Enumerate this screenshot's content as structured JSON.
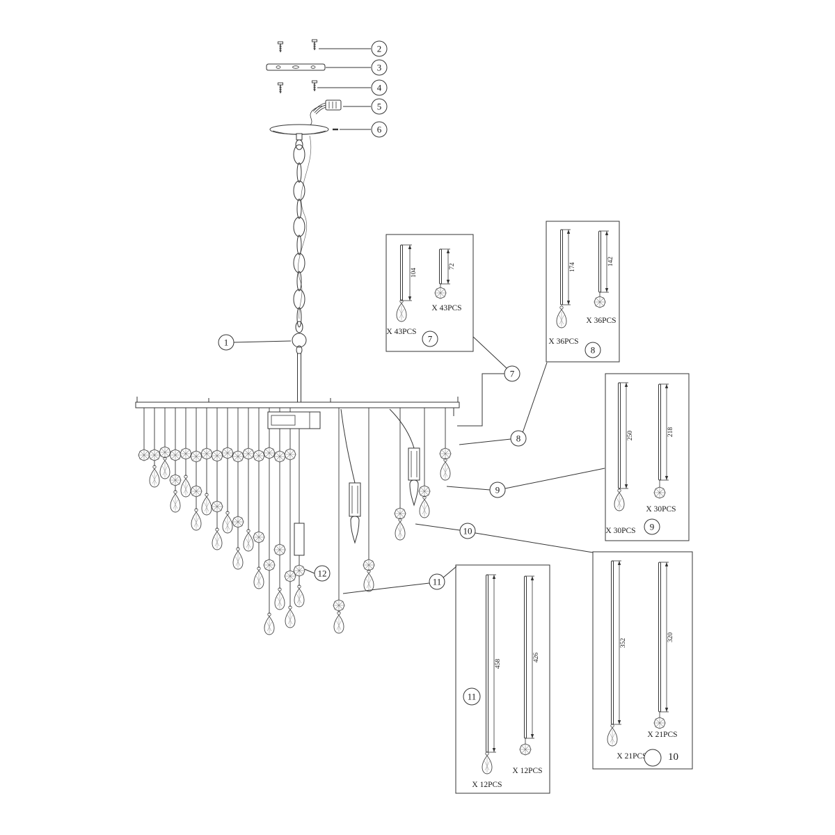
{
  "diagram": {
    "kind": "chandelier-assembly-instruction",
    "colors": {
      "line": "#333333",
      "background": "#ffffff"
    }
  },
  "callouts": {
    "n1": "1",
    "n2": "2",
    "n3": "3",
    "n4": "4",
    "n5": "5",
    "n6": "6",
    "n7": "7",
    "n8": "8",
    "n9": "9",
    "n10": "10",
    "n11": "11",
    "n12": "12"
  },
  "boxes": {
    "b7": {
      "callout": "7",
      "dim_left": "104",
      "dim_right": "72",
      "count_left": "X 43PCS",
      "count_right": "X 43PCS"
    },
    "b8": {
      "callout": "8",
      "dim_left": "174",
      "dim_right": "142",
      "count_left": "X 36PCS",
      "count_right": "X 36PCS"
    },
    "b9": {
      "callout": "9",
      "dim_left": "250",
      "dim_right": "218",
      "count_left": "X 30PCS",
      "count_right": "X 30PCS"
    },
    "b10": {
      "side_label": "10",
      "dim_left": "352",
      "dim_right": "320",
      "count_left": "X 21PCS",
      "count_right": "X 21PCS"
    },
    "b11": {
      "callout": "11",
      "dim_left": "458",
      "dim_right": "426",
      "count_left": "X 12PCS",
      "count_right": "X 12PCS"
    }
  }
}
